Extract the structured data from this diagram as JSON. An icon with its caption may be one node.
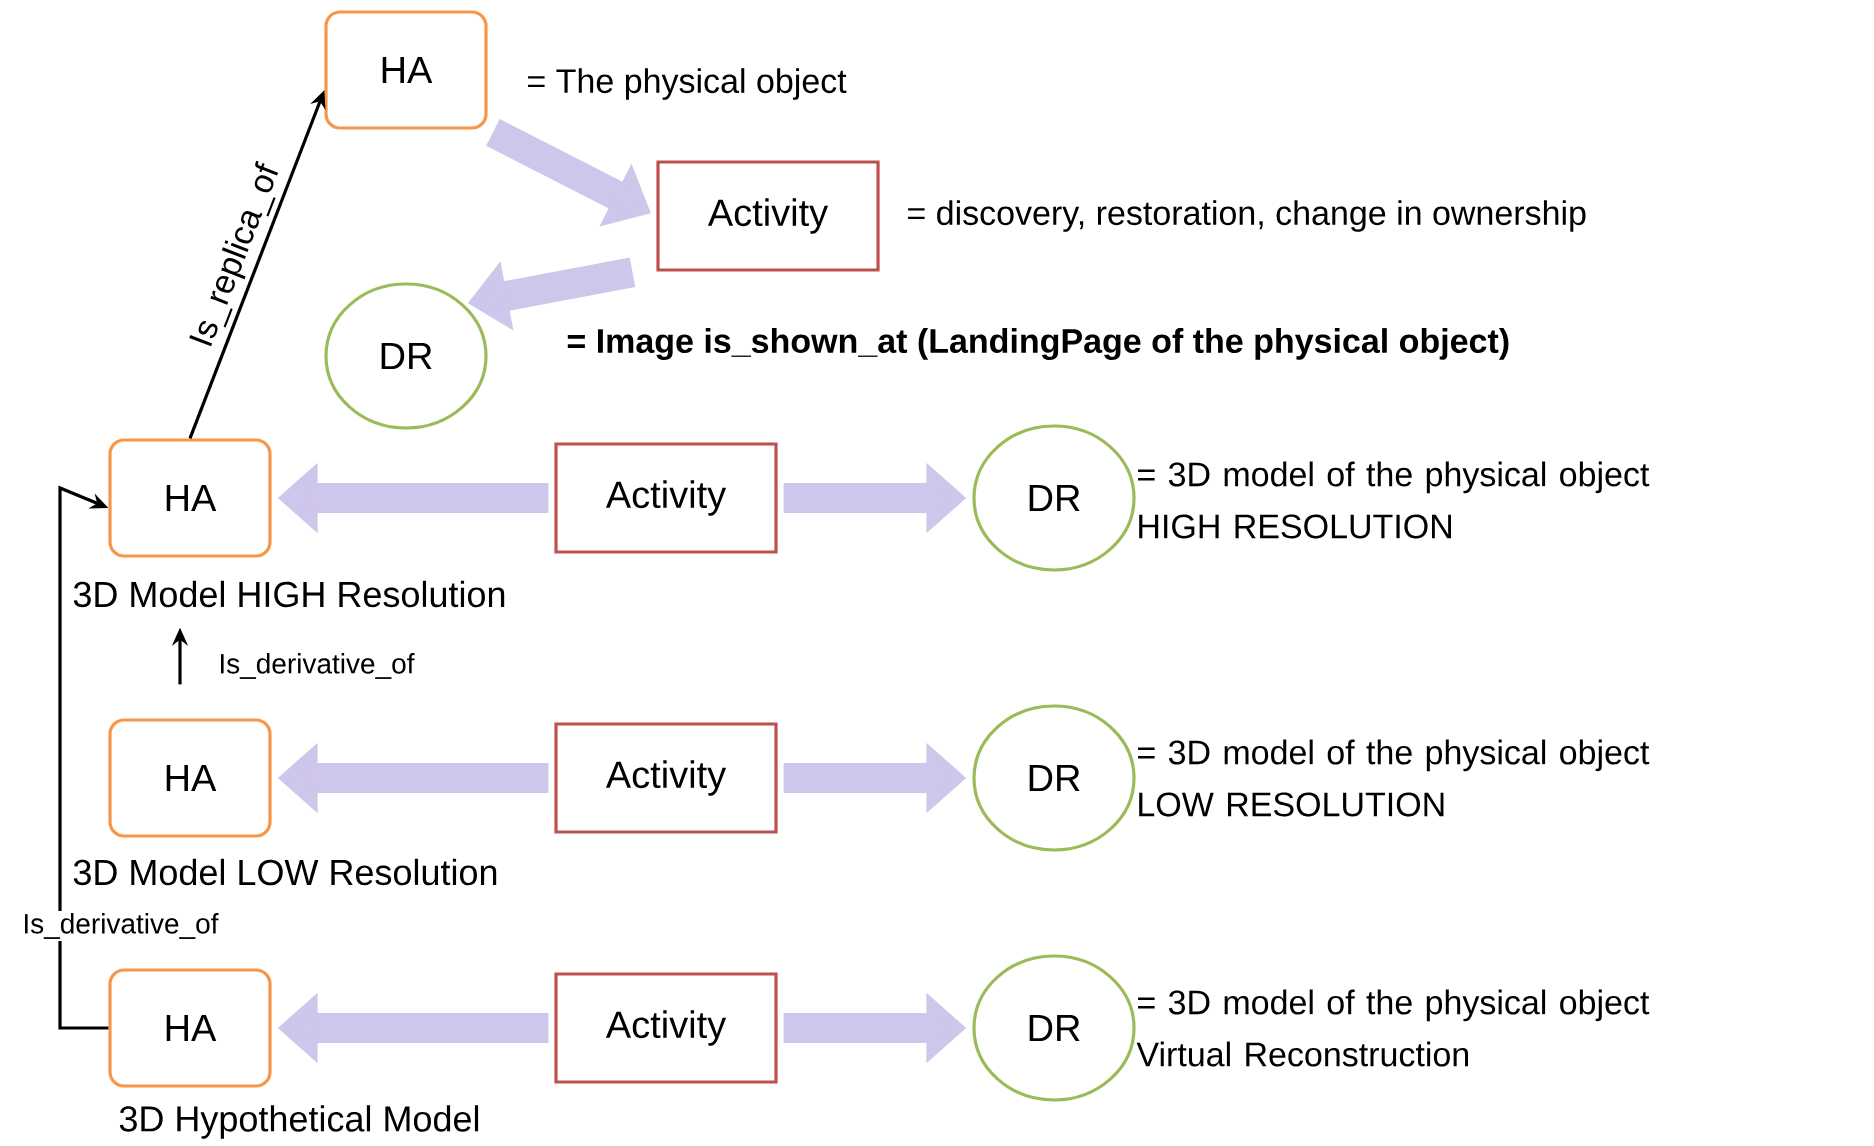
{
  "diagram": {
    "nodes": [
      {
        "text": [
          "HA"
        ],
        "beside": [
          "= The physical object"
        ]
      },
      {
        "text": [
          "Activity"
        ],
        "beside": [
          "= discovery, restoration, change in ownership"
        ]
      },
      {
        "text": [
          "DR"
        ],
        "beside": [
          "= Image is_shown_at (LandingPage of the physical object)"
        ]
      },
      {
        "text": [
          "HA"
        ],
        "beside": [
          "3D Model HIGH Resolution"
        ]
      },
      {
        "text": [
          "Activity"
        ]
      },
      {
        "text": [
          "DR"
        ],
        "beside": [
          "= 3D model of the physical object HIGH RESOLUTION"
        ]
      },
      {
        "text": [
          "HA"
        ],
        "beside": [
          "3D Model LOW Resolution"
        ]
      },
      {
        "text": [
          "Activity"
        ]
      },
      {
        "text": [
          "DR"
        ],
        "beside": [
          "= 3D model of the physical object LOW RESOLUTION"
        ]
      },
      {
        "text": [
          "HA"
        ],
        "beside": [
          "3D Hypothetical Model"
        ]
      },
      {
        "text": [
          "Activity"
        ]
      },
      {
        "text": [
          "DR"
        ],
        "beside": [
          "= 3D model of the physical object Virtual Reconstruction"
        ]
      }
    ],
    "edges": [
      {
        "from": 0,
        "to": 1,
        "arrow": "to"
      },
      {
        "from": 1,
        "to": 2,
        "arrow": "to"
      },
      {
        "from": 3,
        "to": 0,
        "arrow": "to",
        "label": "Is_replica_of",
        "color": "#000000"
      },
      {
        "from": 4,
        "to": 3,
        "arrow": "to"
      },
      {
        "from": 4,
        "to": 5,
        "arrow": "to"
      },
      {
        "from": 6,
        "to": 3,
        "arrow": "to",
        "label": "Is_derivative_of",
        "color": "#000000"
      },
      {
        "from": 7,
        "to": 6,
        "arrow": "to"
      },
      {
        "from": 7,
        "to": 8,
        "arrow": "to"
      },
      {
        "from": 9,
        "to": 3,
        "arrow": "to",
        "label": "Is_derivative_of",
        "color": "#000000"
      },
      {
        "from": 10,
        "to": 9,
        "arrow": "to"
      },
      {
        "from": 10,
        "to": 11,
        "arrow": "to"
      }
    ]
  }
}
